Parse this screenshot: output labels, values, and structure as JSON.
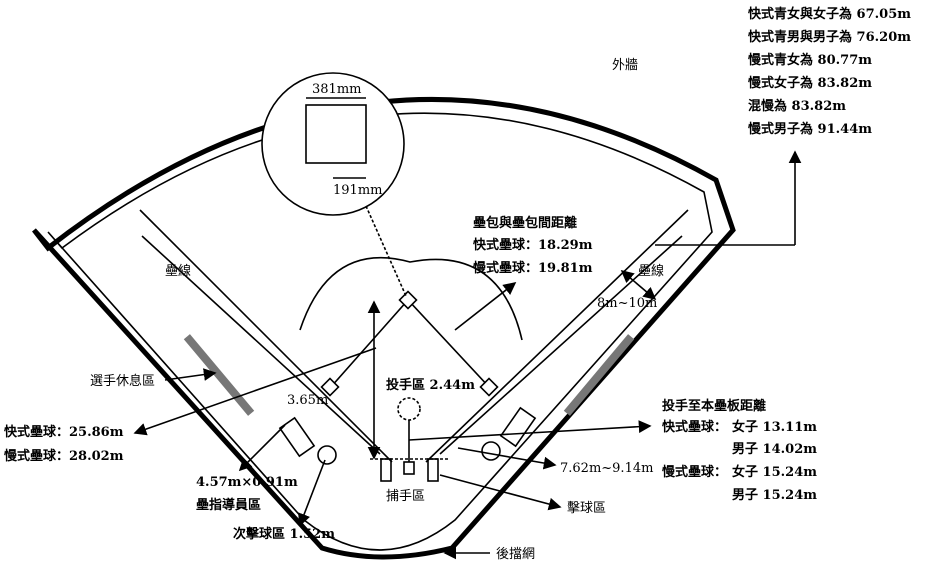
{
  "labels": {
    "outer_wall": "外牆",
    "base_line_left": "壘線",
    "base_line_right": "壘線",
    "dugout": "選手休息區",
    "coach_box_size": "4.57m×0.91m",
    "coach_box": "壘指導員區",
    "batting_circle": "次擊球區 1.52m",
    "catcher_box": "捕手區",
    "backstop": "後擋網",
    "batter_box": "擊球區",
    "dist_362": "3.65m",
    "base_dist_title": "壘包與壘包間距離",
    "base_dist_fast": "快式壘球：18.29m",
    "base_dist_slow": "慢式壘球：19.81m",
    "pitcher_circle": "投手區 2.44m",
    "line_gap": "8m~10m",
    "backstop_dist": "7.62m~9.14m",
    "base_size_w": "381mm",
    "base_size_h": "191mm",
    "foul_fast": "快式壘球：25.86m",
    "foul_slow": "慢式壘球：28.02m"
  },
  "fence_distances": [
    "快式青女與女子為 67.05m",
    "快式青男與男子為 76.20m",
    "慢式青女為 80.77m",
    "慢式女子為 83.82m",
    "混慢為 83.82m",
    "慢式男子為 91.44m"
  ],
  "pitch_distance": {
    "title": "投手至本壘板距離",
    "fast_label": "快式壘球：",
    "slow_label": "慢式壘球：",
    "rows": [
      "女子 13.11m",
      "男子 14.02m",
      "女子 15.24m",
      "男子 15.24m"
    ]
  }
}
